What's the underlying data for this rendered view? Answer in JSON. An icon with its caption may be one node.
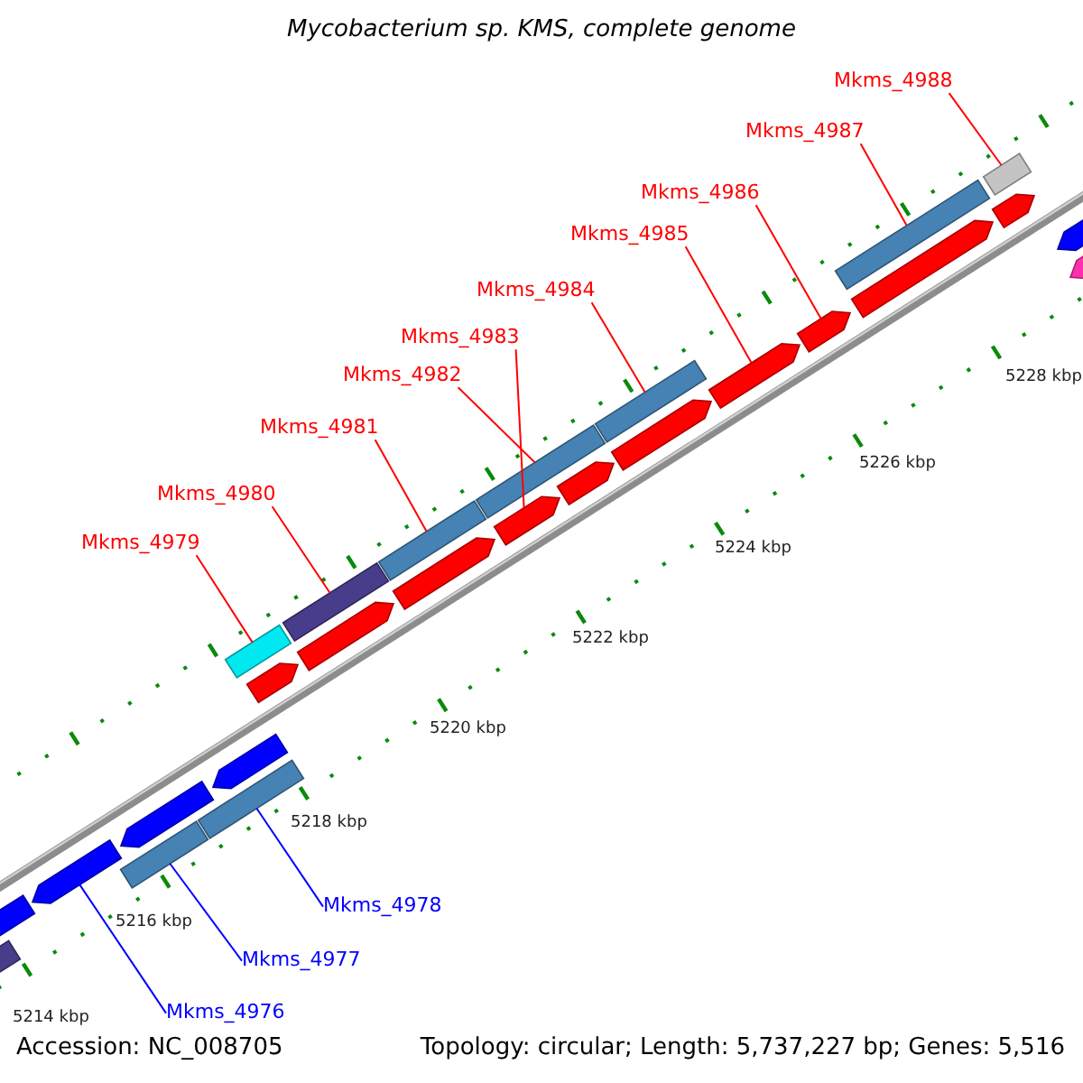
{
  "diagram": {
    "title": "Mycobacterium sp. KMS, complete genome",
    "nodes": [
      {
        "text": [
          "Mkms_4988"
        ]
      },
      {
        "text": [
          "Mkms_4987"
        ]
      },
      {
        "text": [
          "Mkms_4986"
        ]
      },
      {
        "text": [
          "Mkms_4985"
        ]
      },
      {
        "text": [
          "Mkms_4984"
        ]
      },
      {
        "text": [
          "Mkms_4983"
        ]
      },
      {
        "text": [
          "Mkms_4982"
        ]
      },
      {
        "text": [
          "Mkms_4981"
        ]
      },
      {
        "text": [
          "Mkms_4980"
        ]
      },
      {
        "text": [
          "Mkms_4979"
        ]
      },
      {
        "text": [
          "Mkms_4978"
        ]
      },
      {
        "text": [
          "Mkms_4977"
        ]
      },
      {
        "text": [
          "Mkms_4976"
        ]
      },
      {
        "text": [],
        "shape": "bar"
      },
      {
        "text": [],
        "shape": "bar"
      },
      {
        "text": [],
        "shape": "bar"
      },
      {
        "text": [],
        "shape": "bar"
      },
      {
        "text": [],
        "shape": "bar"
      },
      {
        "text": [],
        "shape": "bar"
      },
      {
        "text": [],
        "shape": "bar"
      },
      {
        "text": [],
        "shape": "bar"
      },
      {
        "text": [],
        "shape": "bar"
      },
      {
        "text": [],
        "shape": "bar"
      },
      {
        "text": [],
        "shape": "bar"
      },
      {
        "text": [],
        "shape": "bar"
      },
      {
        "text": [],
        "shape": "bar"
      },
      {
        "text": [],
        "shape": "bar"
      },
      {
        "text": [],
        "shape": "bar"
      },
      {
        "text": [],
        "shape": "bar"
      },
      {
        "text": [],
        "shape": "bar"
      },
      {
        "text": [],
        "shape": "bar"
      },
      {
        "text": [],
        "shape": "bar"
      },
      {
        "text": [],
        "shape": "bar"
      },
      {
        "text": [],
        "shape": "bar"
      },
      {
        "text": [],
        "shape": "bar"
      },
      {
        "text": [],
        "shape": "bar"
      },
      {
        "text": [],
        "shape": "bar"
      },
      {
        "text": [],
        "shape": "bar"
      },
      {
        "text": [],
        "shape": "bar"
      }
    ],
    "edges": [
      {
        "from": 0,
        "to": 35,
        "arrow": "none"
      },
      {
        "from": 1,
        "to": 33,
        "arrow": "none"
      },
      {
        "from": 2,
        "to": 32,
        "arrow": "none"
      },
      {
        "from": 3,
        "to": 31,
        "arrow": "none"
      },
      {
        "from": 4,
        "to": 29,
        "arrow": "none"
      },
      {
        "from": 5,
        "to": 27,
        "arrow": "none"
      },
      {
        "from": 6,
        "to": 26,
        "arrow": "none"
      },
      {
        "from": 7,
        "to": 24,
        "arrow": "none"
      },
      {
        "from": 8,
        "to": 22,
        "arrow": "none"
      },
      {
        "from": 9,
        "to": 20,
        "arrow": "none"
      },
      {
        "from": 10,
        "to": 18,
        "arrow": "none",
        "color": "#0000ff"
      },
      {
        "from": 11,
        "to": 17,
        "arrow": "none",
        "color": "#0000ff"
      },
      {
        "from": 12,
        "to": 15,
        "arrow": "none",
        "color": "#0000ff"
      }
    ],
    "labels": [
      "5228 kbp",
      "5226 kbp",
      "5224 kbp",
      "5222 kbp",
      "5220 kbp",
      "5218 kbp",
      "5216 kbp",
      "5214 kbp",
      "Accession: NC_008705",
      "Topology: circular; Length: 5,737,227 bp; Genes: 5,516"
    ]
  }
}
